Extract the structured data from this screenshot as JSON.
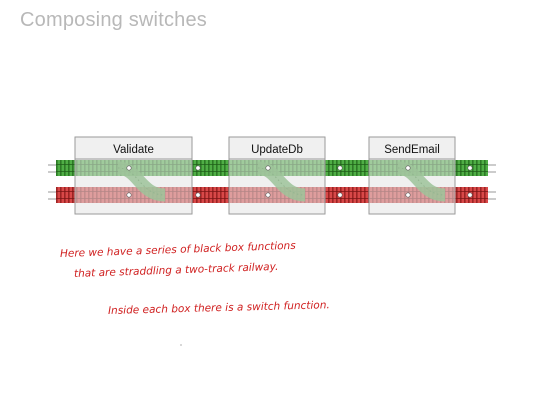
{
  "slide": {
    "title": "Composing switches"
  },
  "diagram": {
    "boxes": [
      {
        "label": "Validate"
      },
      {
        "label": "UpdateDb"
      },
      {
        "label": "SendEmail"
      }
    ],
    "tracks": {
      "success_color": "#3fa335",
      "failure_color": "#cf3a3a"
    }
  },
  "notes": {
    "line1": "Here we have a series of black box functions",
    "line2": "that are straddling a two-track railway.",
    "line3": "Inside each box there is a switch function."
  }
}
